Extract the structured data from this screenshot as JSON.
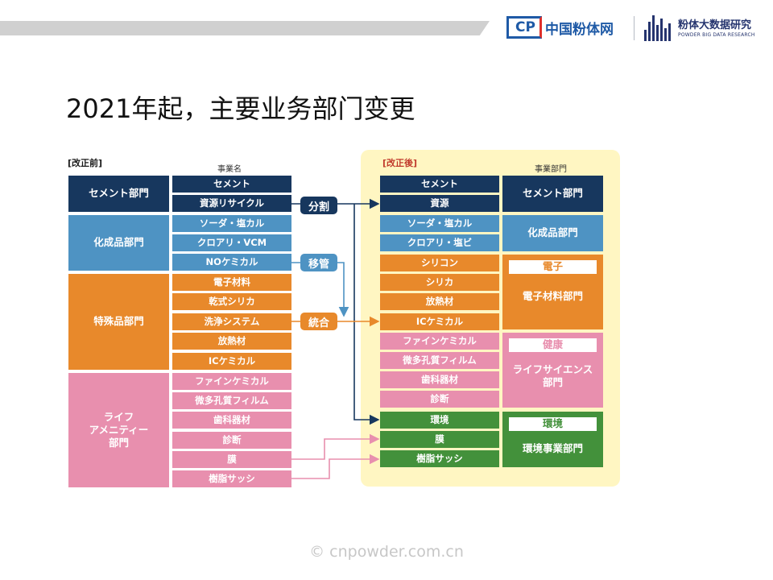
{
  "header": {
    "logo_cn": "中国粉体网",
    "logo_mark": "CP",
    "logo2_title": "粉体大数据研究",
    "logo2_sub": "POWDER BIG DATA RESEARCH"
  },
  "title": "2021年起，主要业务部门变更",
  "diagram": {
    "before_label": "[改正前]",
    "after_label": "[改正後]",
    "business_name_header": "事業名",
    "department_header": "事業部門",
    "before_departments": [
      {
        "label": "セメント部門",
        "color": "#17375e"
      },
      {
        "label": "化成品部門",
        "color": "#4e93c3"
      },
      {
        "label": "特殊品部門",
        "color": "#e8892b"
      },
      {
        "label": "ライフ\nアメニティー\n部門",
        "color": "#e88fae"
      }
    ],
    "before_businesses": [
      "セメント",
      "資源リサイクル",
      "ソーダ・塩カル",
      "クロアリ・VCM",
      "NOケミカル",
      "電子材料",
      "乾式シリカ",
      "洗浄システム",
      "放熱材",
      "ICケミカル",
      "ファインケミカル",
      "微多孔質フィルム",
      "歯科器材",
      "診断",
      "膜",
      "樹脂サッシ"
    ],
    "after_businesses": [
      "セメント",
      "資源",
      "ソーダ・塩カル",
      "クロアリ・塩ビ",
      "シリコン",
      "シリカ",
      "放熱材",
      "ICケミカル",
      "ファインケミカル",
      "微多孔質フィルム",
      "歯科器材",
      "診断",
      "環境",
      "膜",
      "樹脂サッシ"
    ],
    "after_departments": [
      {
        "label": "セメント部門",
        "badge": "",
        "color": "#17375e"
      },
      {
        "label": "化成品部門",
        "badge": "",
        "color": "#4e93c3"
      },
      {
        "label": "電子材料部門",
        "badge": "電子",
        "color": "#e8892b"
      },
      {
        "label": "ライフサイエンス\n部門",
        "badge": "健康",
        "color": "#e88fae"
      },
      {
        "label": "環境事業部門",
        "badge": "環境",
        "color": "#43913b"
      }
    ],
    "arrow_labels": {
      "split": "分割",
      "move": "移管",
      "merge": "統合"
    }
  },
  "watermark": "© cnpowder.com.cn"
}
